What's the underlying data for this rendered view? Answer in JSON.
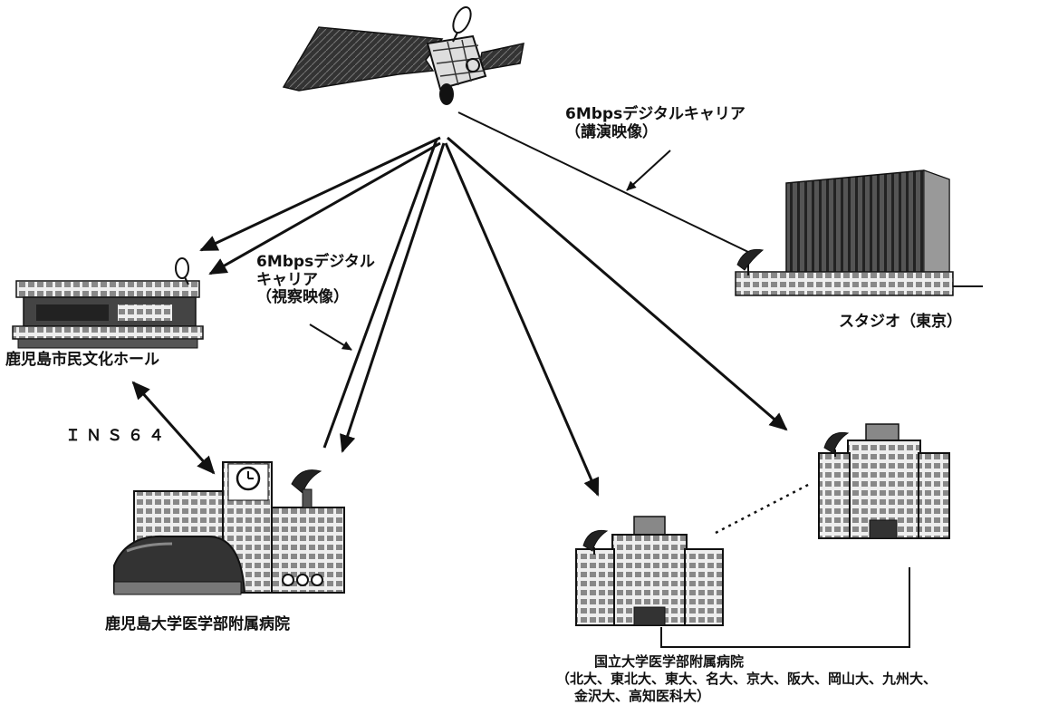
{
  "carrier_lecture": {
    "line1": "6Mbpsデジタルキャリア",
    "line2": "（講演映像）"
  },
  "carrier_inspection": {
    "line1": "6Mbpsデジタル",
    "line2": "キャリア",
    "line3": "（視察映像）"
  },
  "sites": {
    "hall": "鹿児島市民文化ホール",
    "studio": "スタジオ（東京）",
    "kagoshima_hospital": "鹿児島大学医学部附属病院",
    "national_hospitals": "国立大学医学部附属病院",
    "national_list_line1": "（北大、東北大、東大、名大、京大、阪大、岡山大、九州大、",
    "national_list_line2": "金沢大、高知医科大）"
  },
  "link_label": "ＩＮＳ６４"
}
